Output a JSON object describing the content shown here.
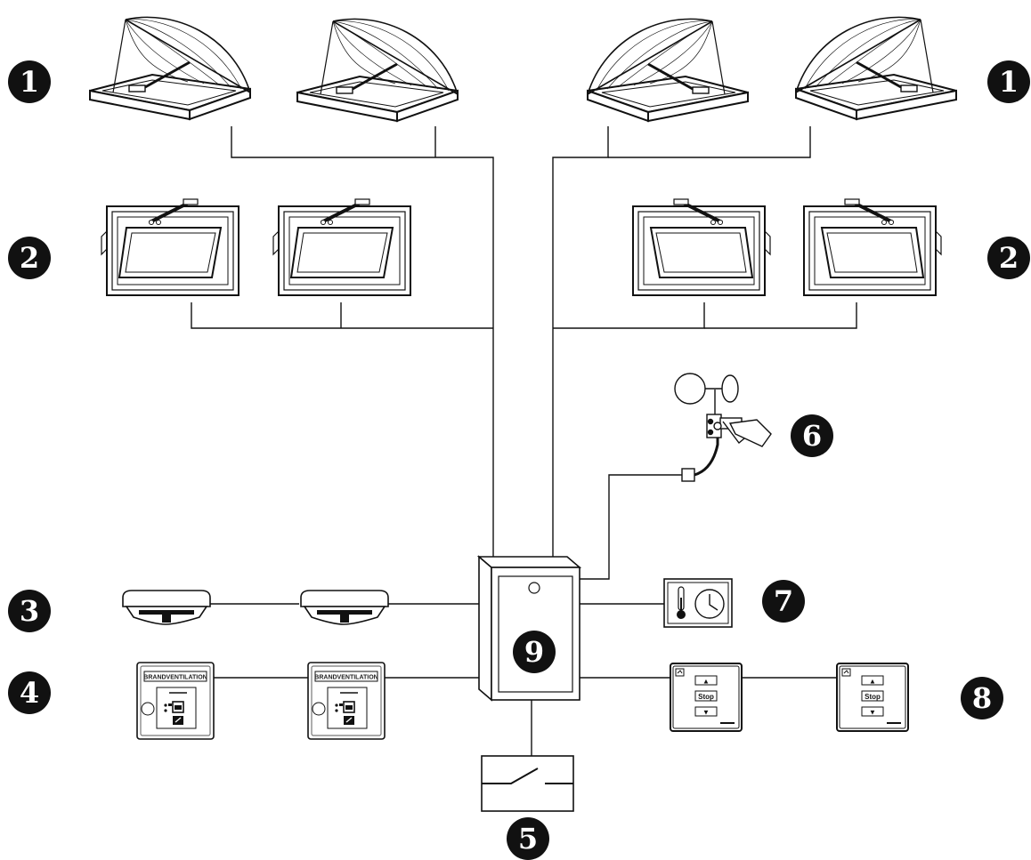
{
  "callouts": {
    "c1_left": "1",
    "c1_right": "1",
    "c2_left": "2",
    "c2_right": "2",
    "c3": "3",
    "c4": "4",
    "c5": "5",
    "c6": "6",
    "c7": "7",
    "c8": "8",
    "c9": "9"
  },
  "panel_label": "BRANDVENTILATION",
  "keypad": {
    "up": "▲",
    "stop": "Stop",
    "down": "▼"
  }
}
